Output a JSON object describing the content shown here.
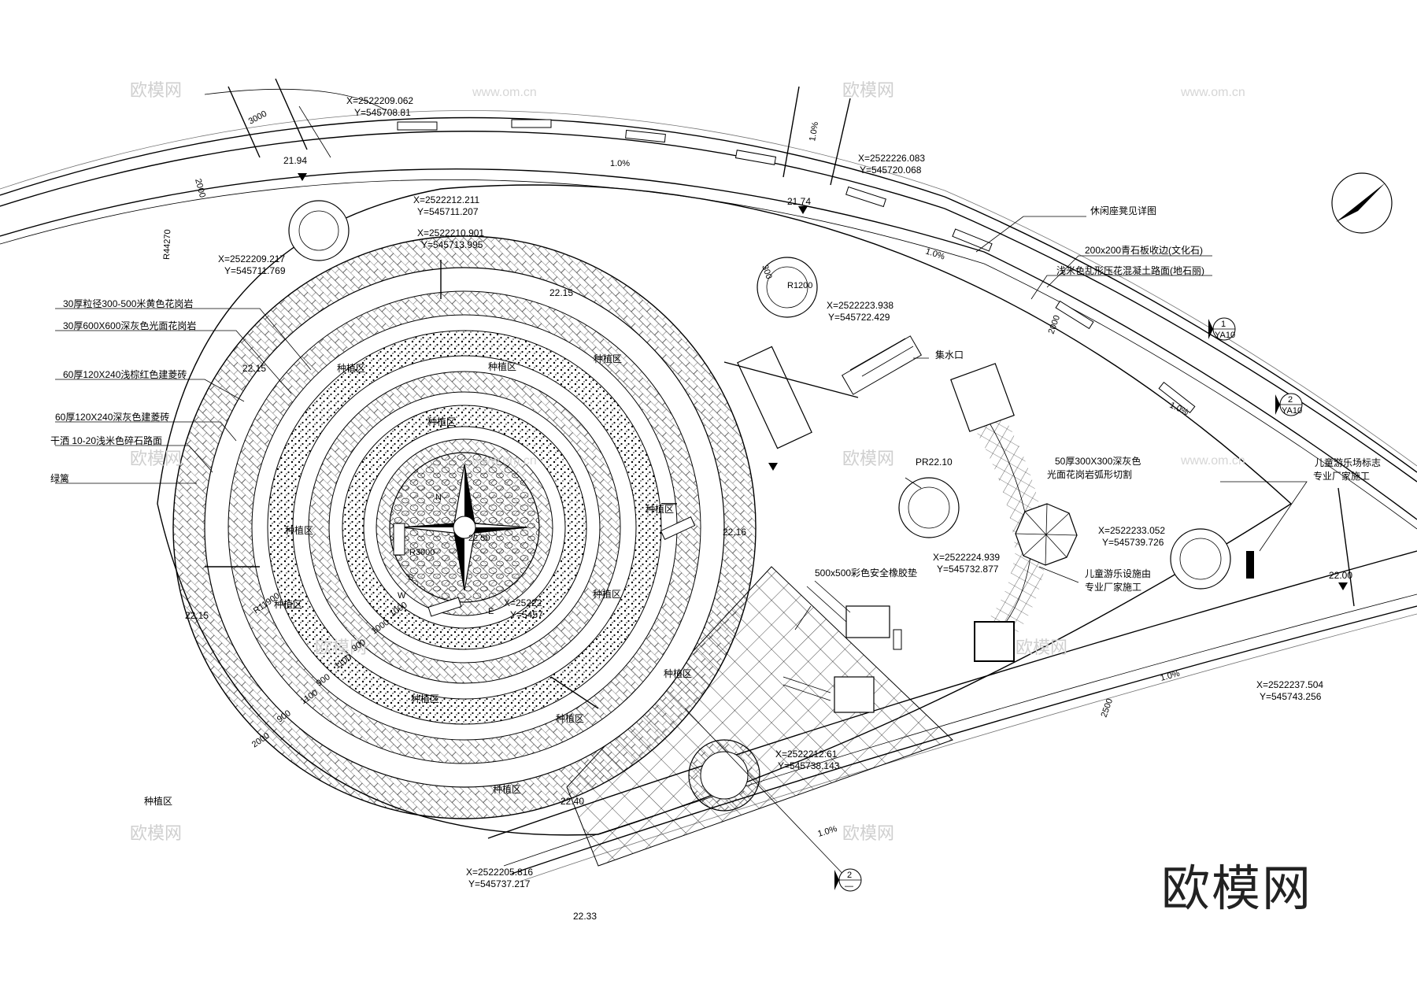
{
  "brand": "欧模网",
  "watermark": "欧模网",
  "watermark_url": "www.om.cn",
  "coords": [
    {
      "id": "c1",
      "x": "X=2522209.062",
      "y": "Y=545708.81"
    },
    {
      "id": "c2",
      "x": "X=2522212.211",
      "y": "Y=545711.207"
    },
    {
      "id": "c3",
      "x": "X=2522210.901",
      "y": "Y=545713.995"
    },
    {
      "id": "c4",
      "x": "X=2522209.217",
      "y": "Y=545711.769"
    },
    {
      "id": "c5",
      "x": "X=2522226.083",
      "y": "Y=545720.068"
    },
    {
      "id": "c6",
      "x": "X=2522223.938",
      "y": "Y=545722.429"
    },
    {
      "id": "c7",
      "x": "X=2522224.939",
      "y": "Y=545732.877"
    },
    {
      "id": "c8",
      "x": "X=2522233.052",
      "y": "Y=545739.726"
    },
    {
      "id": "c9",
      "x": "X=2522237.504",
      "y": "Y=545743.256"
    },
    {
      "id": "c10",
      "x": "X=2522212.61",
      "y": "Y=545738.143"
    },
    {
      "id": "c11",
      "x": "X=2522205.816",
      "y": "Y=545737.217"
    },
    {
      "id": "c12",
      "x": "X=25222",
      "y": "Y=5457"
    }
  ],
  "legend_left": [
    "30厚粒径300-500米黄色花岗岩",
    "30厚600X600深灰色光面花岗岩",
    "60厚120X240浅棕红色建菱砖",
    "60厚120X240深灰色建菱砖",
    "干洒 10-20浅米色碎石路面",
    "绿篱"
  ],
  "legend_right": [
    "休闲座凳见详图",
    "200x200青石板收边(文化石)",
    "浅米色乱形压花混凝土路面(地石丽)"
  ],
  "labels": {
    "jishuikou": "集水口",
    "granite_arc_1": "50厚300X300深灰色",
    "granite_arc_2": "光面花岗岩弧形切割",
    "rubber_mat": "500x500彩色安全橡胶垫",
    "playground_sign_1": "儿童游乐场标志",
    "playground_sign_2": "专业厂家施工",
    "play_facility_1": "儿童游乐设施由",
    "play_facility_2": "专业厂家施工",
    "planting": "种植区",
    "r1200": "R1200",
    "r3000": "R3000",
    "r11900": "R11900",
    "r44270": "R44270",
    "pr": "PR22.10"
  },
  "elevations": [
    "21.94",
    "21.74",
    "22.15",
    "22.15",
    "22.15",
    "22.16",
    "22.00",
    "22.40",
    "22.33",
    "22.50"
  ],
  "dimensions": [
    "3000",
    "2000",
    "2000",
    "2500",
    "2000",
    "300",
    "900",
    "1100",
    "900",
    "1100",
    "900",
    "1000",
    "1000"
  ],
  "slopes": [
    "1.0%",
    "1.0%",
    "1.0%",
    "1.0%",
    "1.0%",
    "1.0%"
  ],
  "section_marks": [
    {
      "num": "1",
      "sheet": "YA10"
    },
    {
      "num": "2",
      "sheet": "YA10"
    },
    {
      "num": "2",
      "sheet": "—"
    }
  ],
  "compass": [
    "N",
    "S",
    "E",
    "W"
  ]
}
